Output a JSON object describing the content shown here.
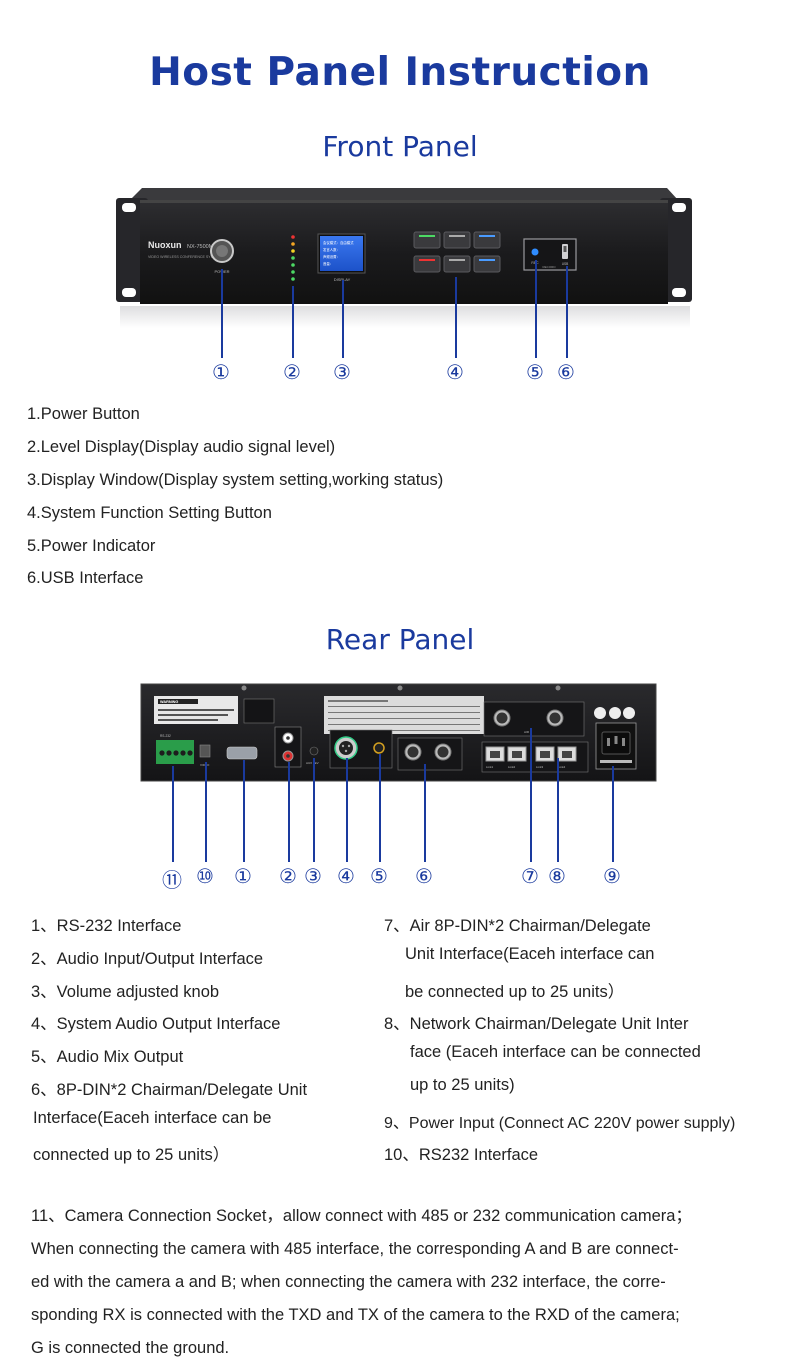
{
  "page": {
    "title": "Host Panel Instruction",
    "front_title": "Front Panel",
    "rear_title": "Rear Panel"
  },
  "colors": {
    "accent": "#1a3a9e",
    "text": "#222222",
    "panel": "#1c1c1e",
    "screen": "#1e5fe0"
  },
  "front_device": {
    "brand": "Nuoxun",
    "model": "NX-7500MT",
    "subtitle": "VIDEO WIRELESS CONFERENCE SYSTEM",
    "power_label": "POWER",
    "display_label": "DISPLAY",
    "screen_lines": [
      "会议模式：自由模式",
      "发言人数：",
      "声频设置：",
      "音量："
    ],
    "rec_label": "REC",
    "record_label": "RECORD",
    "usb_label": "USB"
  },
  "front_callouts": [
    "①",
    "②",
    "③",
    "④",
    "⑤",
    "⑥"
  ],
  "front_list": [
    "1.Power Button",
    "2.Level Display(Display audio signal level)",
    "3.Display Window(Display system setting,working status)",
    "4.System Function Setting Button",
    "5.Power Indicator",
    "6.USB Interface"
  ],
  "rear_device": {
    "warning_label": "WARNING",
    "rs232_label": "RS-232",
    "video_label": "VIDEO",
    "aux_label": "AUX LEV",
    "air_label": "AIR",
    "link_labels": [
      "Link1",
      "Link2",
      "Link3",
      "Link4"
    ]
  },
  "rear_callouts": [
    "⑪",
    "⑩",
    "①",
    "②",
    "③",
    "④",
    "⑤",
    "⑥",
    "⑦",
    "⑧",
    "⑨"
  ],
  "rear_list_left": [
    "1、RS-232 Interface",
    "2、Audio Input/Output Interface",
    "3、Volume adjusted knob",
    "4、System Audio Output Interface",
    "5、Audio Mix Output",
    "6、8P-DIN*2 Chairman/Delegate Unit",
    "Interface(Eaceh interface can be",
    "connected up to 25 units）"
  ],
  "rear_list_right": [
    "7、Air 8P-DIN*2 Chairman/Delegate",
    "Unit Interface(Eaceh interface can",
    "be connected up to 25 units）",
    "8、Network Chairman/Delegate Unit Inter",
    "face (Eaceh interface can be connected",
    "up to 25 units)",
    "9、Power Input (Connect AC 220V power supply)",
    "10、RS232 Interface"
  ],
  "notes": [
    "11、Camera Connection Socket，allow connect with 485 or 232 communication camera；",
    "When connecting the camera with 485 interface, the corresponding A and B are connect-",
    "ed with the camera a and B; when connecting the camera with 232 interface, the corre-",
    "sponding RX is connected with the TXD and TX of the camera to the RXD of the camera;",
    "G is connected the ground."
  ]
}
